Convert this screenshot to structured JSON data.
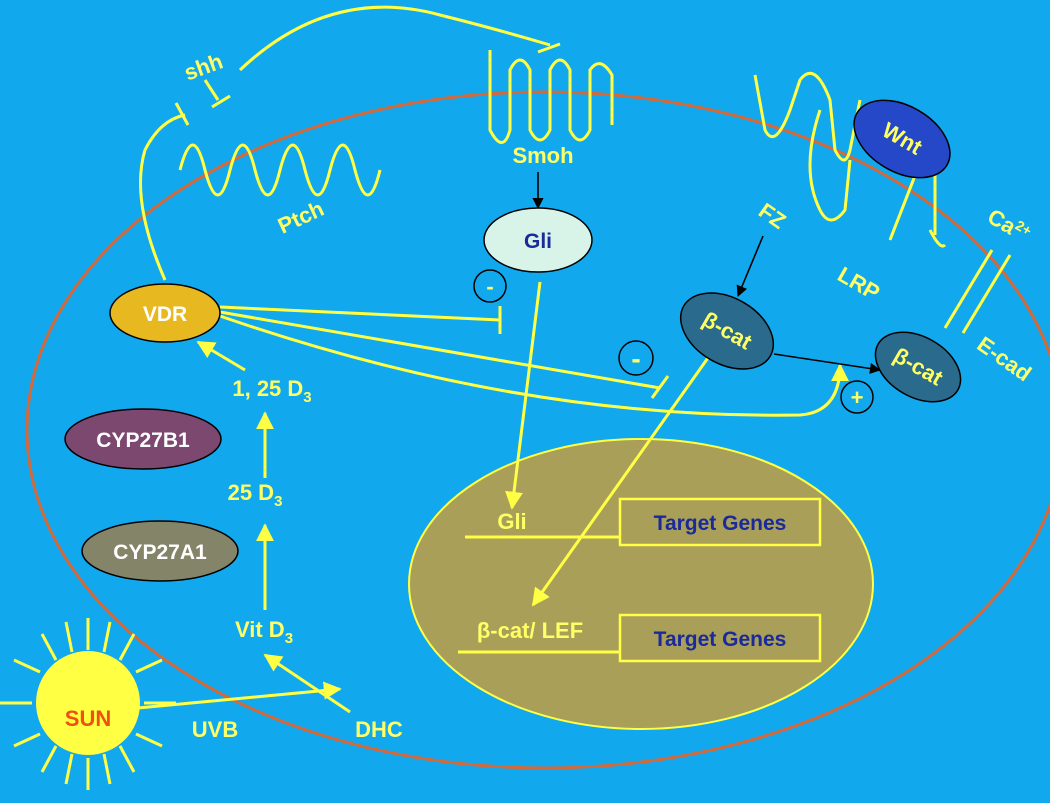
{
  "colors": {
    "background": "#12a8ee",
    "cell_outline": "#d26a3c",
    "pathway": "#ffff44",
    "label": "#ffff66",
    "nucleus_fill": "#a99f58",
    "target_text": "#1a2a9a",
    "vdr_fill": "#e8b820",
    "cyp27b1_fill": "#7c4870",
    "cyp27a1_fill": "#848468",
    "gli_fill": "#d8f4e8",
    "wnt_fill": "#2448c8",
    "bcat_fill": "#2a6a8c",
    "sun_text": "#f05010"
  },
  "labels": {
    "shh": "shh",
    "ptch": "Ptch",
    "smoh": "Smoh",
    "fz": "FZ",
    "lrp": "LRP",
    "ca": "Ca",
    "ca_sup": "2+",
    "ecad": "E-cad",
    "d125_main": "1, 25 D",
    "d125_sub": "3",
    "d25_main": "25 D",
    "d25_sub": "3",
    "vitd_main": "Vit D",
    "vitd_sub": "3",
    "uvb": "UVB",
    "dhc": "DHC",
    "nuc_gli": "Gli",
    "nuc_bcat_lef_symbol": "β",
    "nuc_bcat_lef_text": "-cat/ LEF"
  },
  "nodes": {
    "vdr": "VDR",
    "cyp27b1": "CYP27B1",
    "cyp27a1": "CYP27A1",
    "gli": "Gli",
    "wnt": "Wnt",
    "bcat1_symbol": "β",
    "bcat1_text": "-cat",
    "bcat2_symbol": "β",
    "bcat2_text": "-cat",
    "sun": "SUN"
  },
  "signs": {
    "minus_gli": "-",
    "minus_bcat": "-",
    "plus_bcat": "+"
  },
  "target_genes": [
    "Target Genes",
    "Target Genes"
  ]
}
